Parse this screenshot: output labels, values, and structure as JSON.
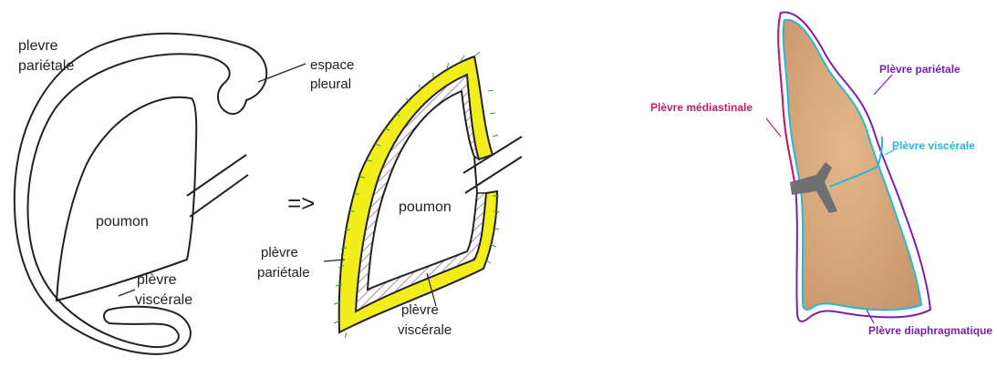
{
  "left_diagram": {
    "label_plevre_parietale_line1": "plevre",
    "label_plevre_parietale_line2": "pariétale",
    "label_espace_pleural_line1": "espace",
    "label_espace_pleural_line2": "pleural",
    "label_poumon": "poumon",
    "label_plevre_viscerale_line1": "plèvre",
    "label_plevre_viscerale_line2": "viscérale"
  },
  "arrow_text": "=>",
  "middle_diagram": {
    "label_poumon": "poumon",
    "label_plevre_parietale_line1": "plèvre",
    "label_plevre_parietale_line2": "pariétale",
    "label_plevre_viscerale_line1": "plèvre",
    "label_plevre_viscerale_line2": "viscérale"
  },
  "right_diagram": {
    "label_mediastinale": "Plèvre médiastinale",
    "label_parietale": "Plèvre pariétale",
    "label_viscerale": "Plèvre viscérale",
    "label_diaphragmatique": "Plèvre diaphragmatique"
  },
  "colors": {
    "ink": "#222222",
    "parietal_yellow": "#f2ee1c",
    "hatch": "#a88ab0",
    "lung_fill": "#d9a878",
    "parietal_purple": "#7a1fb0",
    "visceral_cyan": "#2bb6d8",
    "mediastinal_red": "#c0206a",
    "bronchus_gray": "#707070"
  }
}
